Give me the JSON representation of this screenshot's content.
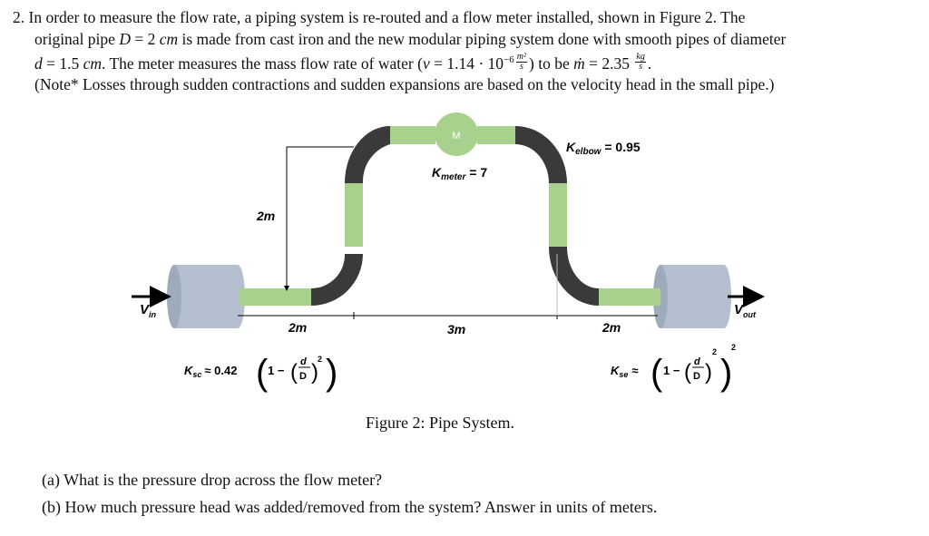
{
  "problem": {
    "number": "2.",
    "line1": "In order to measure the flow rate, a piping system is re-routed and a flow meter installed, shown in Figure 2. The",
    "line2_a": "original pipe ",
    "line2_var": "D",
    "line2_b": " = 2 ",
    "line2_unit": "cm",
    "line2_c": " is made from cast iron and the new modular piping system done with smooth pipes of diameter",
    "line3_var": "d",
    "line3_a": " = 1.5 ",
    "line3_unit": "cm",
    "line3_b": ". The meter measures the mass flow rate of water (",
    "line3_nu": "ν",
    "line3_c": " = 1.14 · 10",
    "line3_exp": "−6",
    "line3_frac_num": "m²",
    "line3_frac_den": "s",
    "line3_d": ") to be ",
    "line3_mdot": "ṁ",
    "line3_e": " = 2.35 ",
    "line3_frac2_num": "kg",
    "line3_frac2_den": "s",
    "line3_f": ".",
    "line4": "(Note* Losses through sudden contractions and sudden expansions are based on the velocity head in the small pipe.)"
  },
  "figure": {
    "meter_label": "M",
    "k_meter": "K",
    "k_meter_sub": "meter",
    "k_meter_val": " = 7",
    "k_elbow": "K",
    "k_elbow_sub": "elbow",
    "k_elbow_val": " = 0.95",
    "height_label": "2m",
    "v_in": "V",
    "v_in_sub": "in",
    "v_out": "V",
    "v_out_sub": "out",
    "len_left": "2m",
    "len_mid": "3m",
    "len_right": "2m",
    "ksc": "K",
    "ksc_sub": "sc",
    "ksc_val": "≈ 0.42",
    "kse": "K",
    "kse_sub": "se",
    "kse_val": "≈",
    "formula_one": "1 −",
    "formula_d": "d",
    "formula_D": "D",
    "formula_exp": "2",
    "formula_outer_exp": "2",
    "colors": {
      "pipe": "#a9d18e",
      "elbow": "#3a3a3a",
      "reservoir": "#b4c0cf",
      "meter": "#a9d18e"
    }
  },
  "caption": "Figure 2: Pipe System.",
  "questions": [
    {
      "label": "(a)",
      "text": "What is the pressure drop across the flow meter?"
    },
    {
      "label": "(b)",
      "text": "How much pressure head was added/removed from the system? Answer in units of meters."
    }
  ]
}
